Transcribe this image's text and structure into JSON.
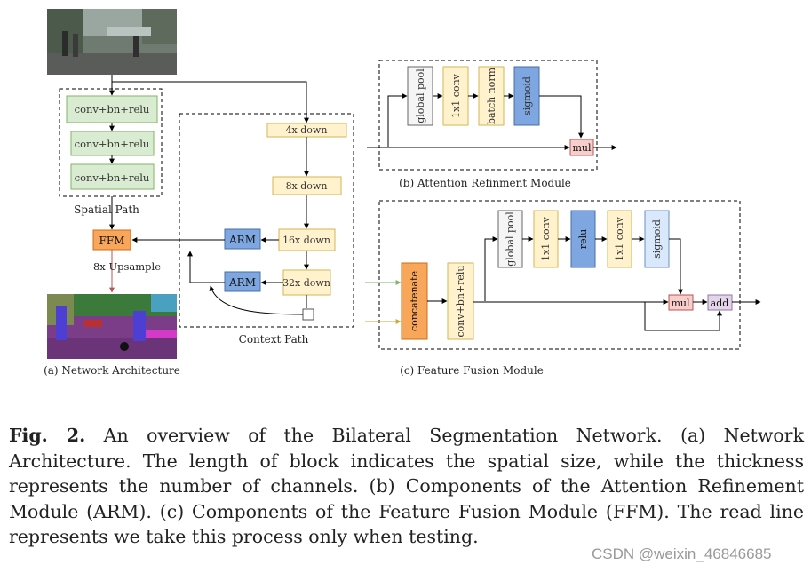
{
  "panel_a": {
    "spatial_path": {
      "blocks": [
        "conv+bn+relu",
        "conv+bn+relu",
        "conv+bn+relu"
      ],
      "label": "Spatial Path"
    },
    "context_path": {
      "blocks": [
        "4x down",
        "8x down",
        "16x down",
        "32x down"
      ],
      "label": "Context Path"
    },
    "arm_labels": [
      "ARM",
      "ARM"
    ],
    "ffm_label": "FFM",
    "upsample_label": "8x Upsample",
    "caption": "(a) Network Architecture"
  },
  "panel_b": {
    "blocks": [
      "global pool",
      "1x1 conv",
      "batch norm",
      "sigmoid"
    ],
    "mul_label": "mul",
    "caption": "(b) Attention Refinment Module"
  },
  "panel_c": {
    "concat_label": "concatenate",
    "cbr_label": "conv+bn+relu",
    "blocks": [
      "global pool",
      "1x1 conv",
      "relu",
      "1x1 conv",
      "sigmoid"
    ],
    "mul_label": "mul",
    "add_label": "add",
    "caption": "(c) Feature Fusion Module"
  },
  "figure_caption": {
    "label": "Fig. 2.",
    "text": " An overview of the Bilateral Segmentation Network. (a) Network Architecture. The length of block indicates the spatial size, while the thickness represents the number of channels. (b) Components of the Attention Refinement Module (ARM). (c) Components of the Feature Fusion Module (FFM). The read line represents we take this process only when testing."
  },
  "watermark": "CSDN @weixin_46846685",
  "colors": {
    "green_fill": "#d9ecd2",
    "green_stroke": "#82b366",
    "yellow_fill": "#fff2cc",
    "yellow_stroke": "#d6b656",
    "blue_fill": "#7ea6e0",
    "blue_stroke": "#4a6fa5",
    "light_blue_fill": "#dae8fc",
    "gray_fill": "#f5f5f5",
    "orange_fill": "#f8a65a",
    "orange_stroke": "#cc6d1a",
    "red_fill": "#f8cecc",
    "red_stroke": "#b85450",
    "purple_fill": "#e1d5e7",
    "purple_stroke": "#9673a6"
  }
}
